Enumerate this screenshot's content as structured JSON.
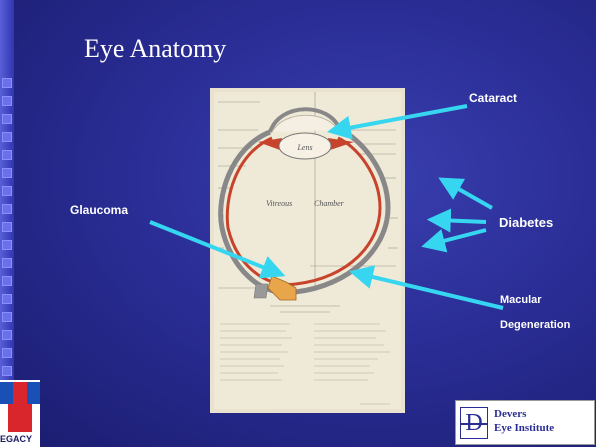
{
  "slide": {
    "title": "Eye Anatomy",
    "labels": {
      "cataract": "Cataract",
      "glaucoma": "Glaucoma",
      "diabetes": "Diabetes",
      "macular_line1": "Macular",
      "macular_line2": "Degeneration"
    },
    "diagram": {
      "lens_label": "Lens",
      "vitreous_label": "Vitreous",
      "chamber_label": "Chamber"
    },
    "logo_text": "EGACY",
    "devers": {
      "letter": "D",
      "line1": "Devers",
      "line2": "Eye Institute"
    },
    "colors": {
      "background": "#2a2d95",
      "arrow": "#37d6f0",
      "title": "#ffffff"
    }
  }
}
